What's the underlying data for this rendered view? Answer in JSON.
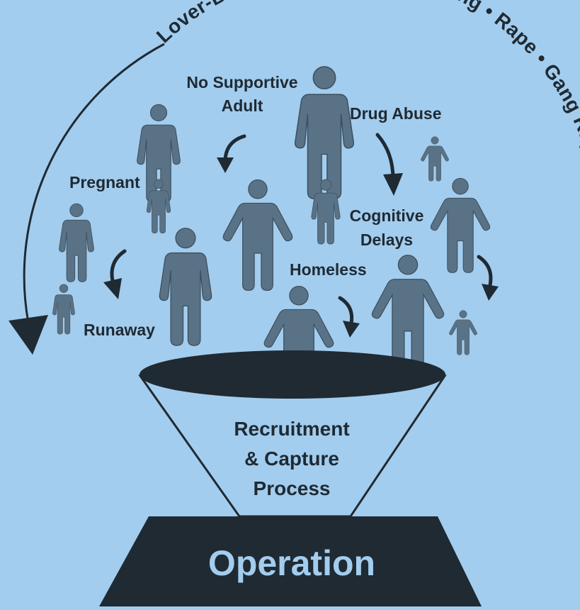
{
  "arc_text": "Lover-Boy Pimps • Peer Recruiting • Rape • Gang Rape",
  "factors": {
    "no_supportive_adult": [
      "No Supportive",
      "Adult"
    ],
    "drug_abuse": "Drug Abuse",
    "pregnant": "Pregnant",
    "cognitive_delays": [
      "Cognitive",
      "Delays"
    ],
    "homeless": "Homeless",
    "runaway": "Runaway"
  },
  "funnel": {
    "lines": [
      "Recruitment",
      "& Capture",
      "Process"
    ]
  },
  "base": {
    "label": "Operation"
  },
  "colors": {
    "background": "#a3cdee",
    "figure_fill": "#5a7286",
    "dark": "#1f2a33",
    "funnel_fill": "#a3cdee"
  },
  "icons": [
    "person-icon",
    "curved-arrow-icon"
  ]
}
